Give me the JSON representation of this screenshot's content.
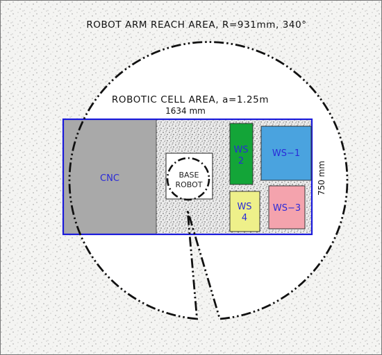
{
  "title": "ROBOT ARM REACH AREA, R=931mm, 340°",
  "cell_title": "ROBOTIC CELL AREA, a=1.25m",
  "width_dim": "1634 mm",
  "height_dim": "750 mm",
  "base_robot_line1": "BASE",
  "base_robot_line2": "ROBOT",
  "stations": {
    "cnc": {
      "label": "CNC",
      "color": "#a9a9a9"
    },
    "ws1": {
      "label": "WS−1",
      "color": "#4aa3df"
    },
    "ws2": {
      "label_line1": "WS",
      "label_line2": "2",
      "color": "#13a538"
    },
    "ws3": {
      "label": "WS−3",
      "color": "#f4a3ad"
    },
    "ws4": {
      "label_line1": "WS",
      "label_line2": "4",
      "color": "#eef08a"
    }
  },
  "colors": {
    "cell_border": "#1a1adb",
    "label_text": "#2a2ad8"
  }
}
